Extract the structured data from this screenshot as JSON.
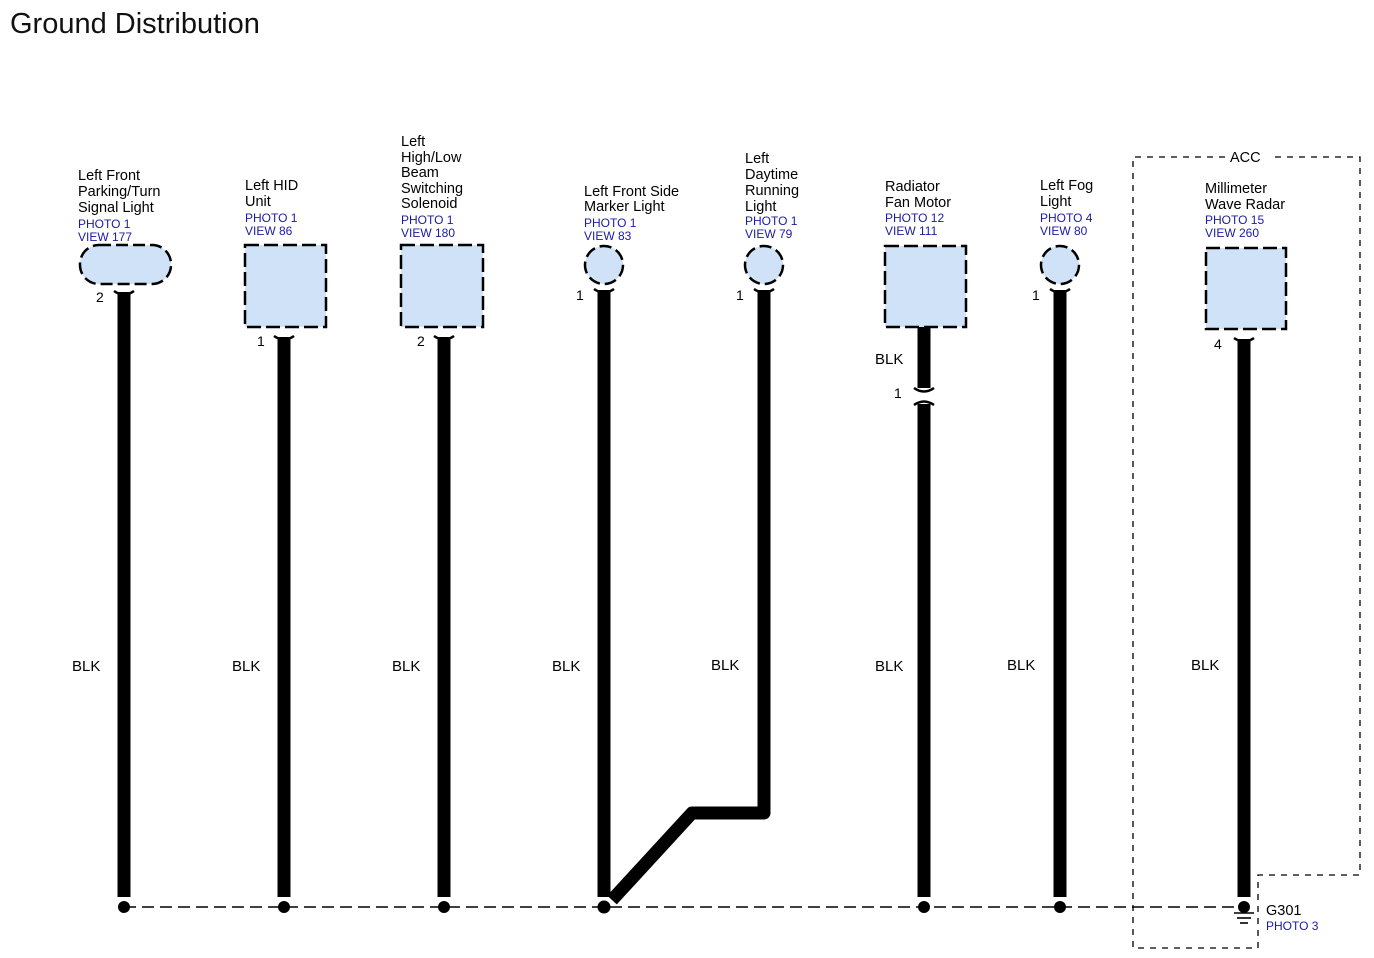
{
  "title": "Ground Distribution",
  "components": [
    {
      "id": "c1",
      "name_lines": [
        "Left Front",
        "Parking/Turn",
        "Signal Light"
      ],
      "photo": "PHOTO 1",
      "view": "VIEW 177",
      "pin": "2",
      "wire": "BLK"
    },
    {
      "id": "c2",
      "name_lines": [
        "Left HID",
        "Unit"
      ],
      "photo": "PHOTO 1",
      "view": "VIEW 86",
      "pin": "1",
      "wire": "BLK"
    },
    {
      "id": "c3",
      "name_lines": [
        "Left",
        "High/Low",
        "Beam",
        "Switching",
        "Solenoid"
      ],
      "photo": "PHOTO 1",
      "view": "VIEW 180",
      "pin": "2",
      "wire": "BLK"
    },
    {
      "id": "c4",
      "name_lines": [
        "Left Front Side",
        "Marker Light"
      ],
      "photo": "PHOTO 1",
      "view": "VIEW 83",
      "pin": "1",
      "wire": "BLK"
    },
    {
      "id": "c5",
      "name_lines": [
        "Left",
        "Daytime",
        "Running",
        "Light"
      ],
      "photo": "PHOTO 1",
      "view": "VIEW 79",
      "pin": "1",
      "wire": "BLK"
    },
    {
      "id": "c6",
      "name_lines": [
        "Radiator",
        "Fan Motor"
      ],
      "photo": "PHOTO 12",
      "view": "VIEW 111",
      "pin": "",
      "wire": "BLK",
      "wire_top": "BLK",
      "inline_pin": "1"
    },
    {
      "id": "c7",
      "name_lines": [
        "Left Fog",
        "Light"
      ],
      "photo": "PHOTO 4",
      "view": "VIEW 80",
      "pin": "1",
      "wire": "BLK"
    },
    {
      "id": "c8",
      "name_lines": [
        "Millimeter",
        "Wave Radar"
      ],
      "photo": "PHOTO 15",
      "view": "VIEW 260",
      "pin": "4",
      "wire": "BLK"
    }
  ],
  "acc_label": "ACC",
  "ground": {
    "name": "G301",
    "photo": "PHOTO 3"
  },
  "colors": {
    "connector_fill": "#cfe2f7",
    "ref_text": "#1a1aa6",
    "wire": "#000000"
  }
}
